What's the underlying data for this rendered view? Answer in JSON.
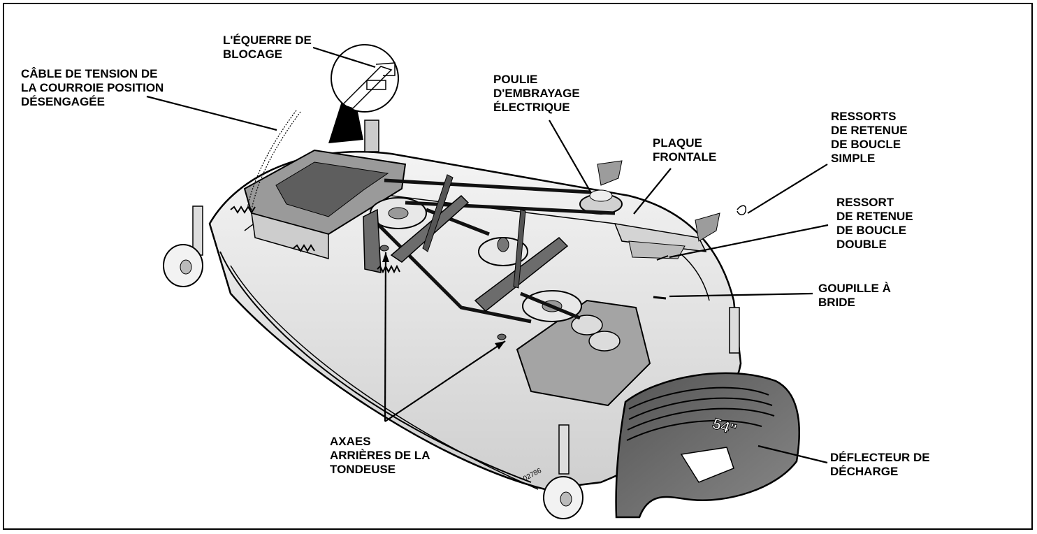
{
  "labels": {
    "equerre": [
      "L'ÉQUERRE DE",
      "BLOCAGE"
    ],
    "cable": [
      "CÂBLE DE TENSION DE",
      "LA COURROIE POSITION",
      "DÉSENGAGÉE"
    ],
    "poulie": [
      "POULIE",
      "D'EMBRAYAGE",
      "ÉLECTRIQUE"
    ],
    "plaque": [
      "PLAQUE",
      "FRONTALE"
    ],
    "ressorts_simple": [
      "RESSORTS",
      "DE RETENUE",
      "DE BOUCLE",
      "SIMPLE"
    ],
    "ressort_double": [
      "RESSORT",
      "DE RETENUE",
      "DE BOUCLE",
      "DOUBLE"
    ],
    "goupille": [
      "GOUPILLE À",
      "BRIDE"
    ],
    "axaes": [
      "AXAES",
      "ARRIÈRES DE LA",
      "TONDEUSE"
    ],
    "deflecteur": [
      "DÉFLECTEUR DE",
      "DÉCHARGE"
    ]
  },
  "figure_number": "02786",
  "decal_text": "54\""
}
